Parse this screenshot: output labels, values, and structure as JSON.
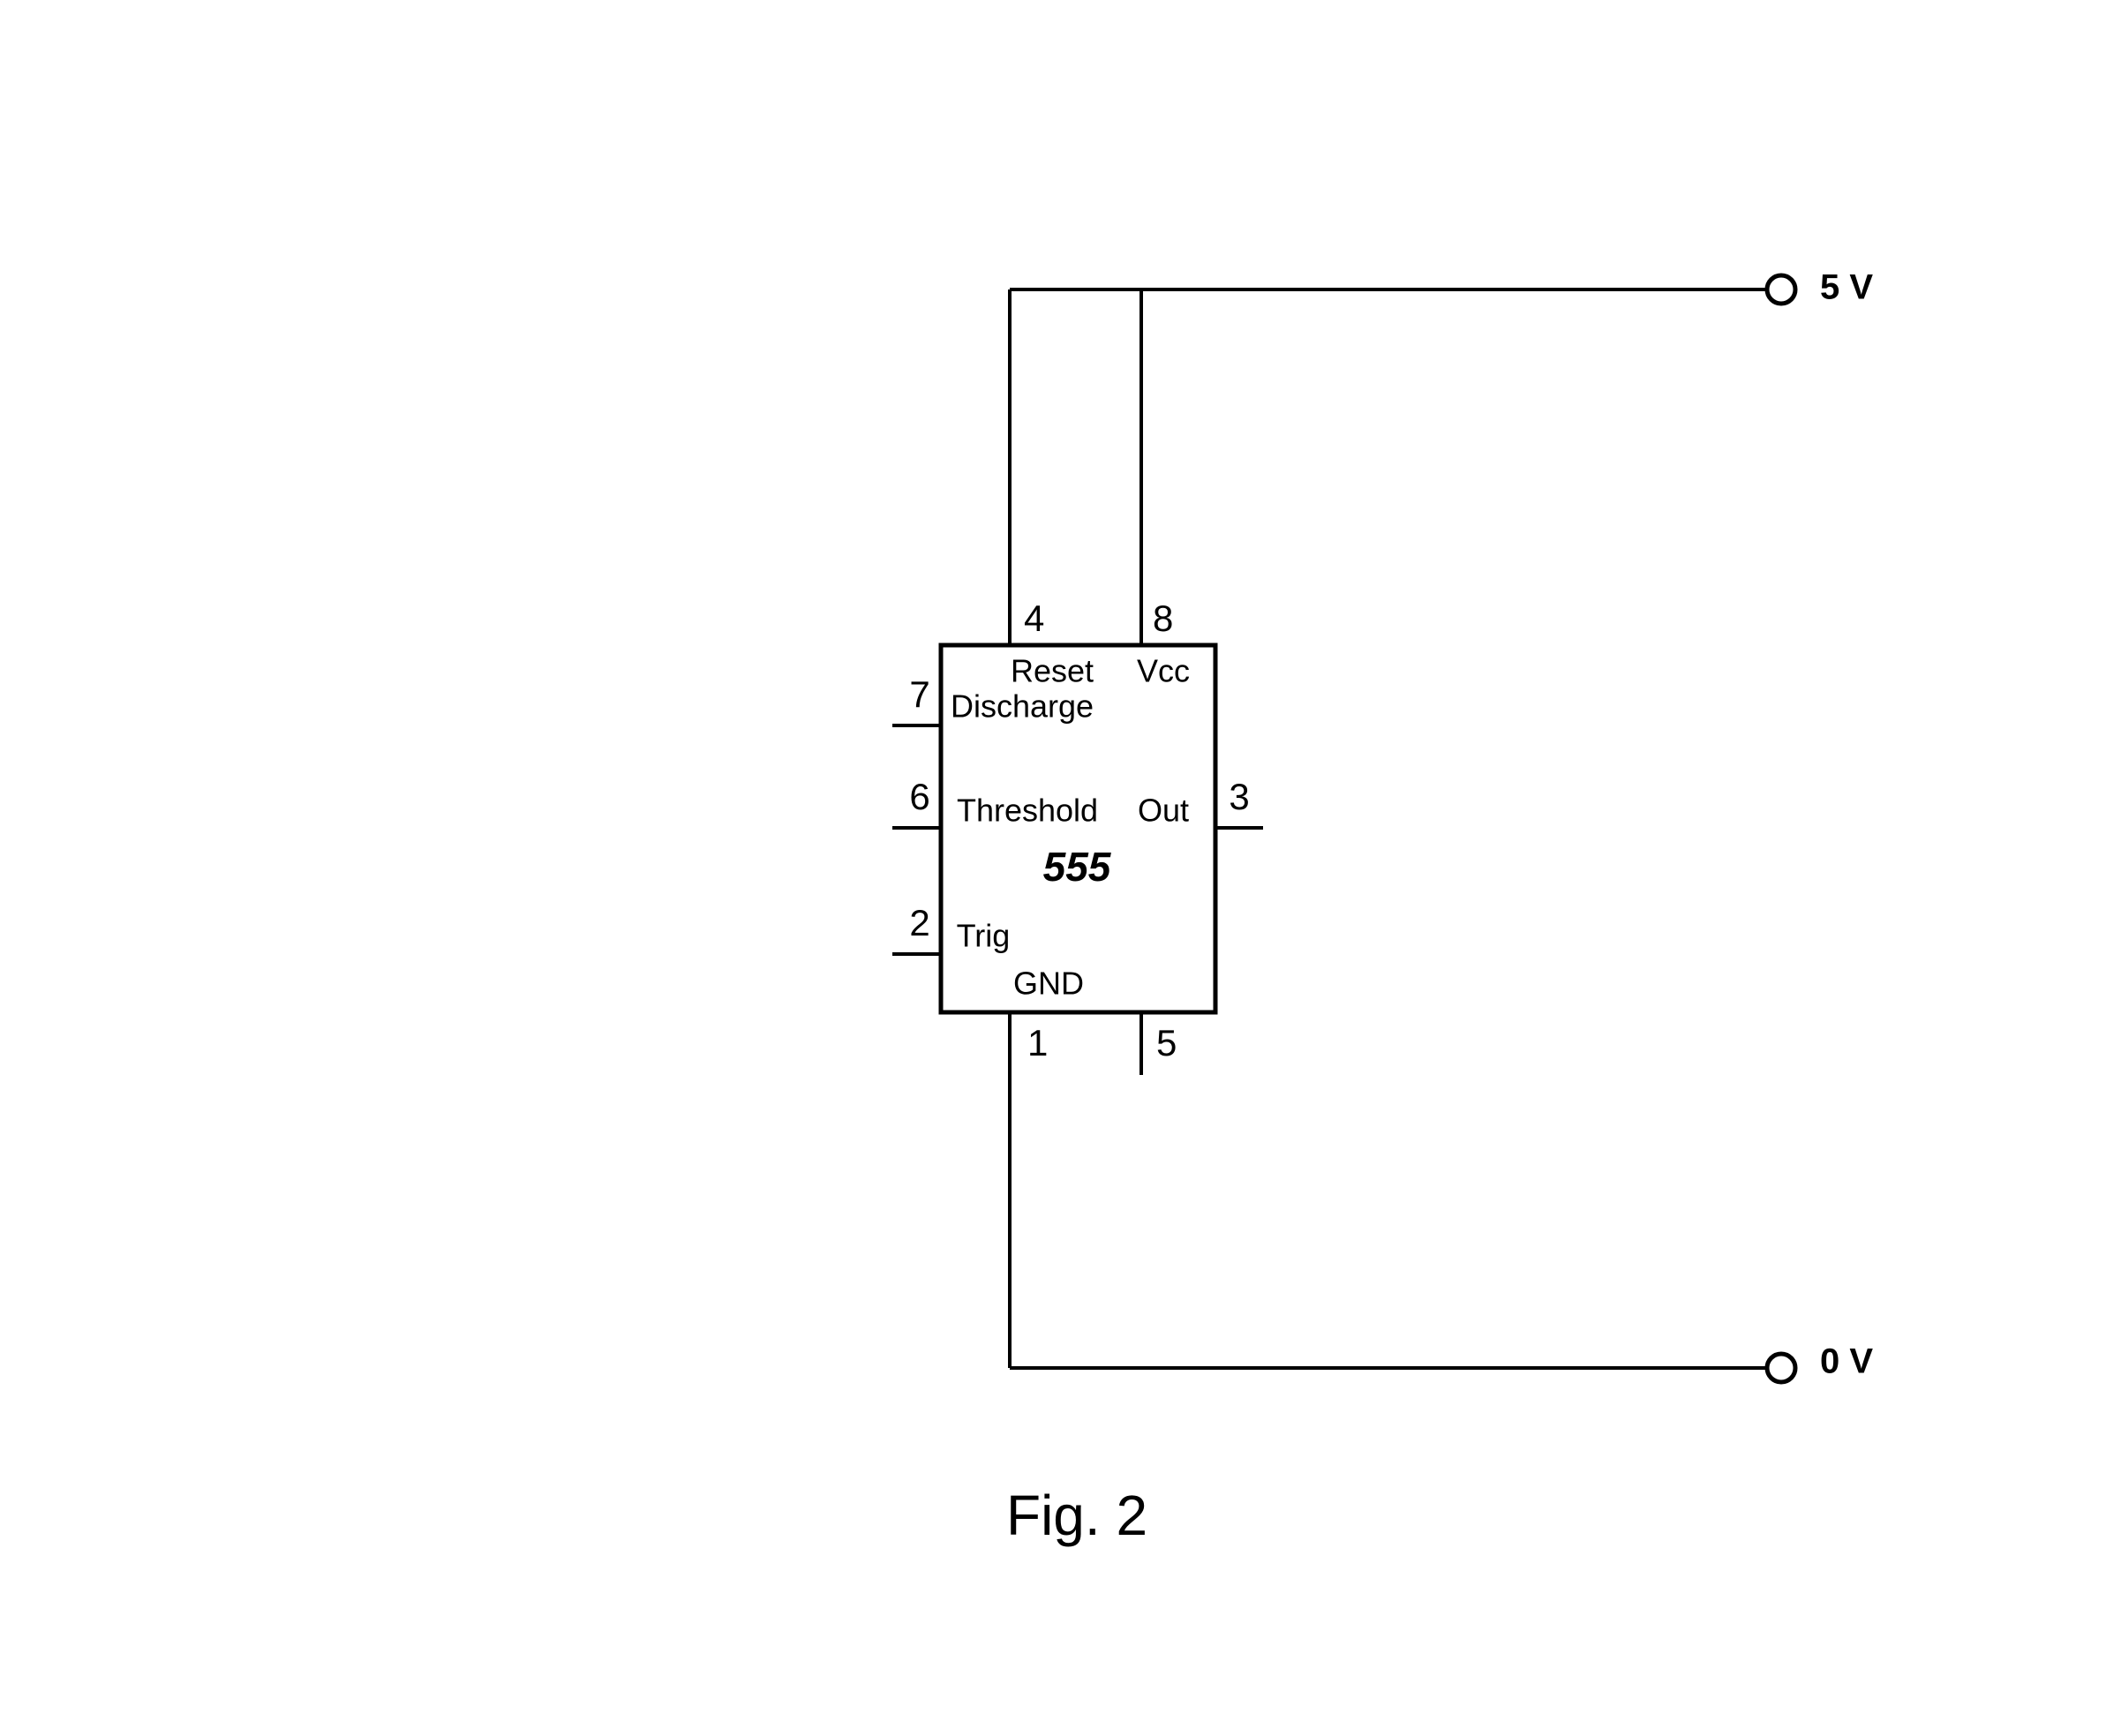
{
  "diagram": {
    "ic": {
      "part_number": "555",
      "pins": {
        "reset": {
          "number": "4",
          "label": "Reset"
        },
        "vcc": {
          "number": "8",
          "label": "Vcc"
        },
        "discharge": {
          "number": "7",
          "label": "Discharge"
        },
        "threshold": {
          "number": "6",
          "label": "Threshold"
        },
        "out": {
          "number": "3",
          "label": "Out"
        },
        "trig": {
          "number": "2",
          "label": "Trig"
        },
        "gnd": {
          "number": "1",
          "label": "GND"
        },
        "control": {
          "number": "5"
        }
      }
    },
    "terminals": {
      "supply": "5 V",
      "ground": "0 V"
    },
    "caption": "Fig. 2",
    "colors": {
      "line": "#000000",
      "background": "#ffffff"
    }
  }
}
